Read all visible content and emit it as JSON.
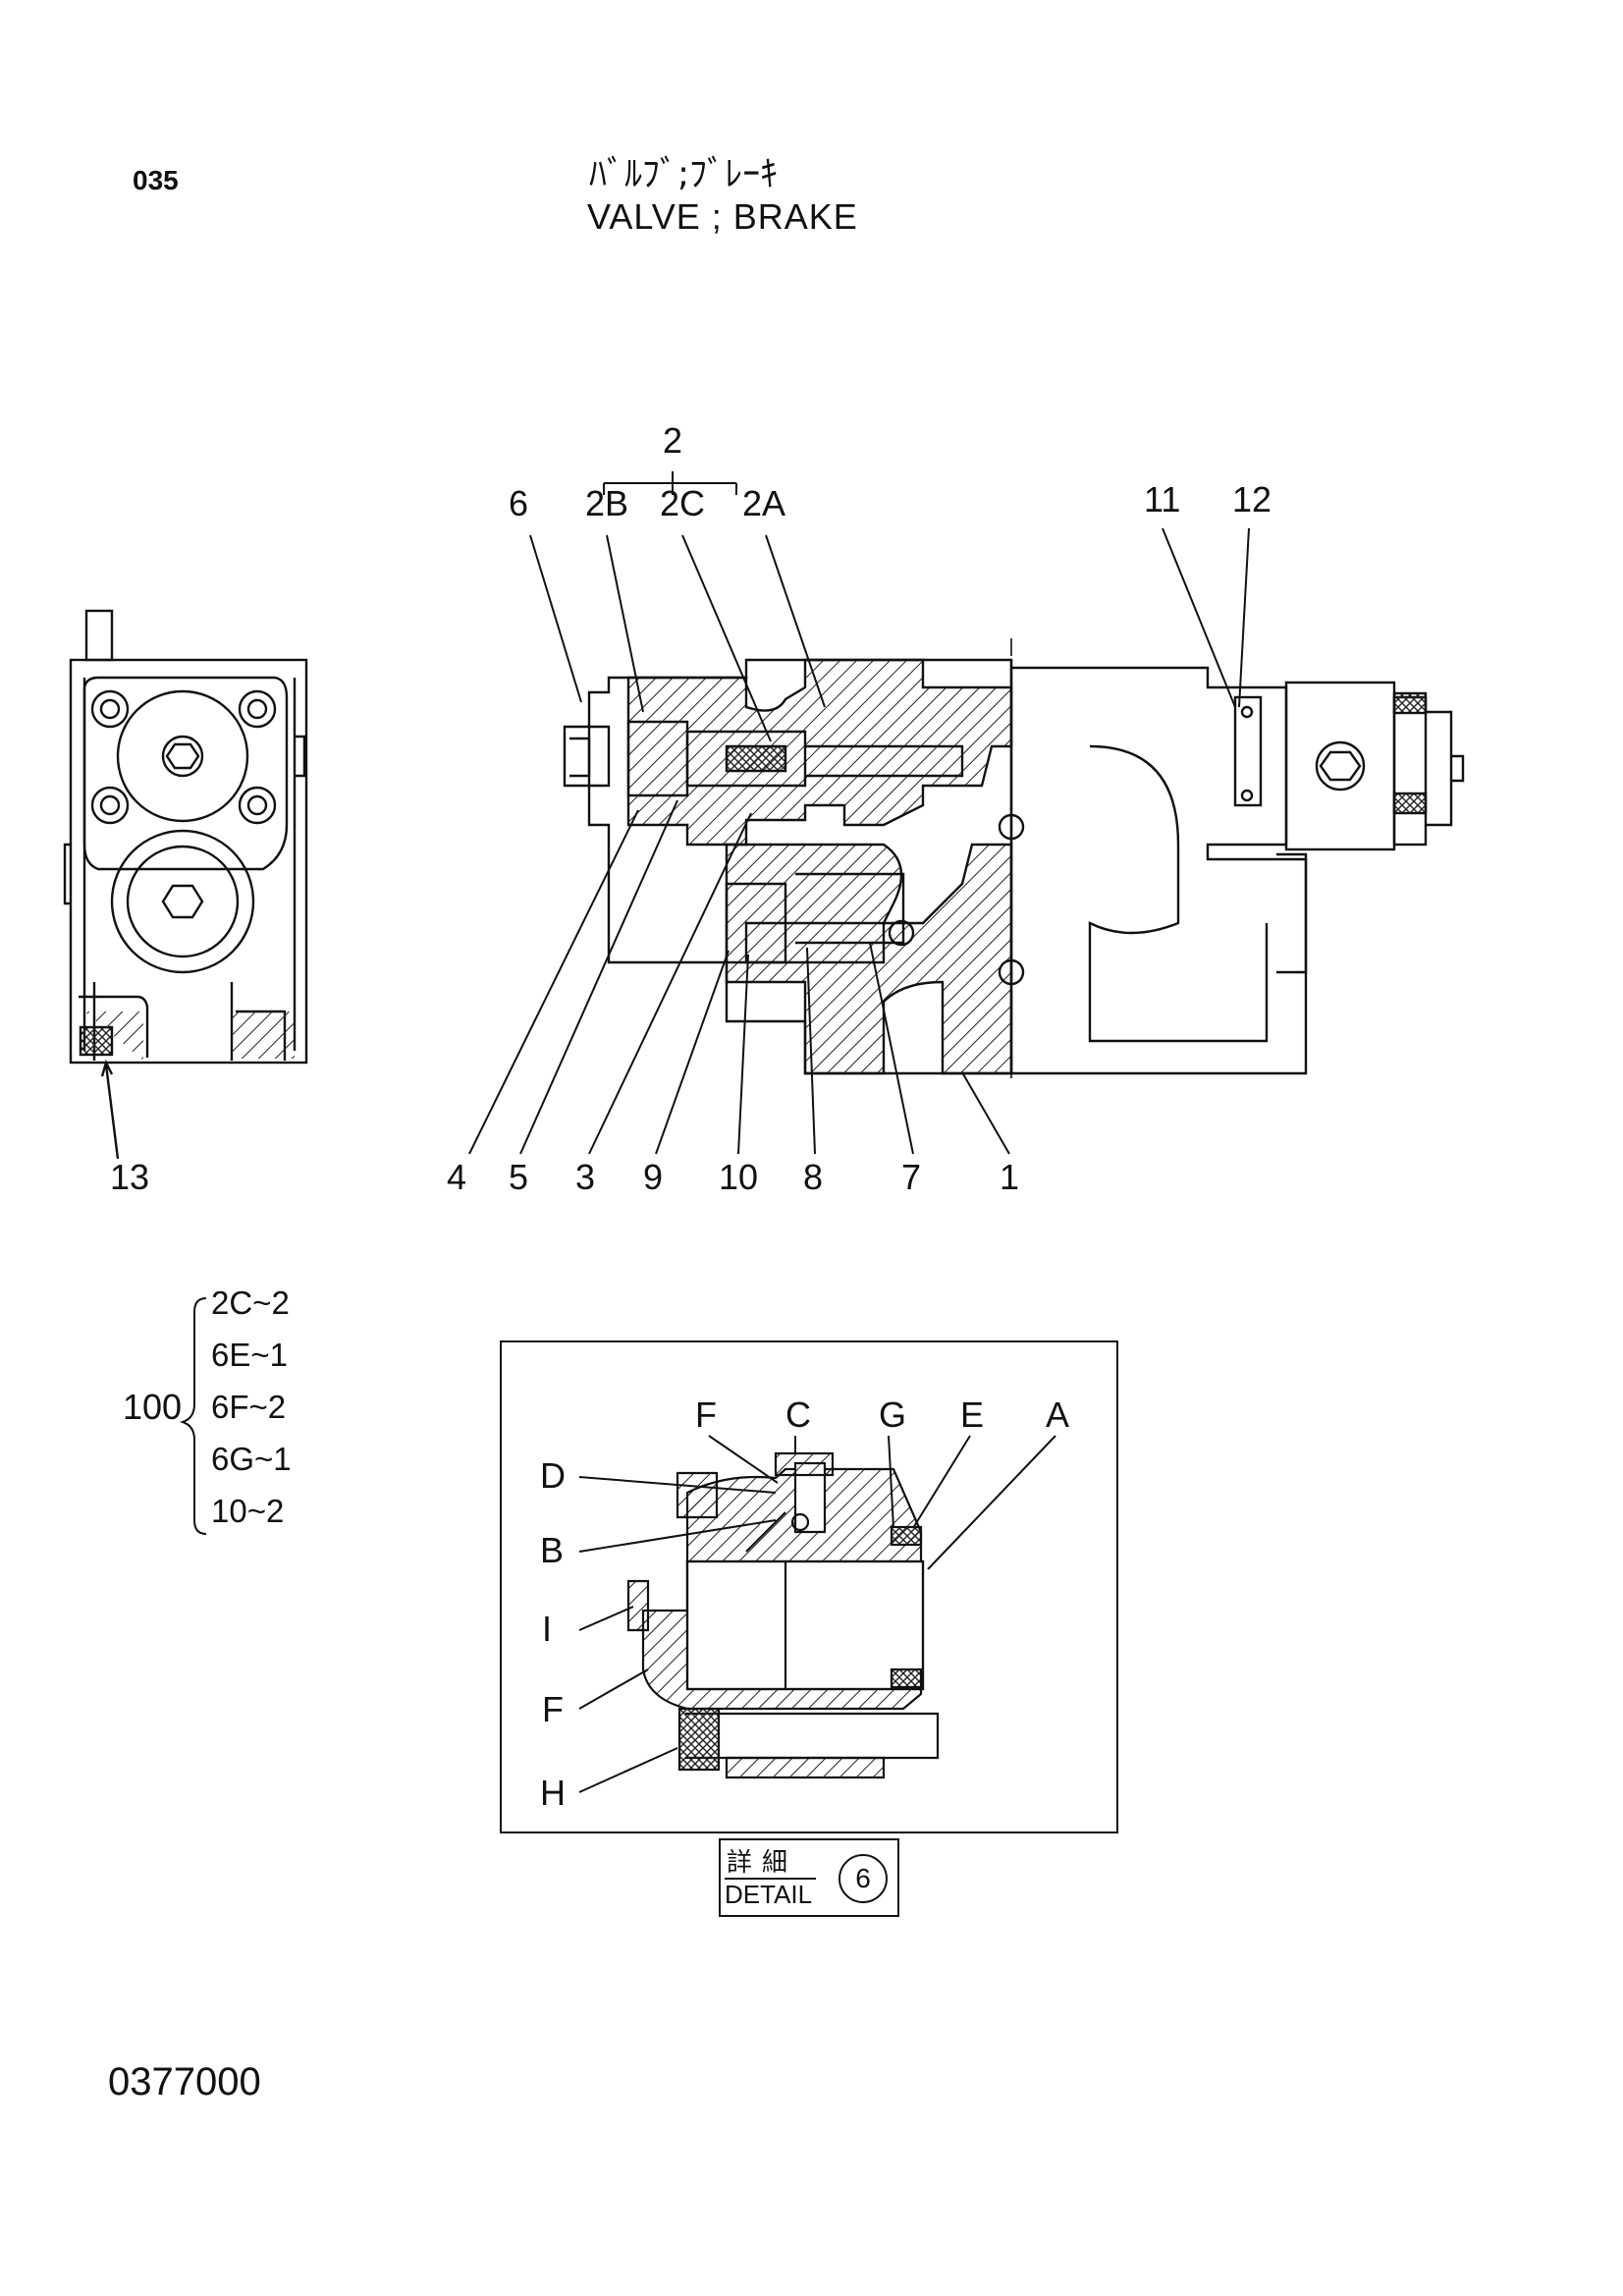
{
  "header": {
    "page_no": "035",
    "title_jp": "ﾊﾞﾙﾌﾞ;ﾌﾞﾚｰｷ",
    "title_en": "VALVE ; BRAKE"
  },
  "callouts_main": {
    "top": [
      "6",
      "2B",
      "2C",
      "2A",
      "11",
      "12"
    ],
    "group_label": "2",
    "bottom": [
      "4",
      "5",
      "3",
      "9",
      "10",
      "8",
      "7",
      "1"
    ],
    "side_view": [
      "13"
    ]
  },
  "kit": {
    "prefix": "100",
    "items": [
      "2C~2",
      "6E~1",
      "6F~2",
      "6G~1",
      "10~2"
    ]
  },
  "detail": {
    "callouts": [
      "F",
      "C",
      "G",
      "E",
      "A",
      "D",
      "B",
      "I",
      "F",
      "H"
    ],
    "label_jp": "詳細",
    "label_en": "DETAIL",
    "number": "6"
  },
  "footer": {
    "drawing_code": "0377000"
  }
}
